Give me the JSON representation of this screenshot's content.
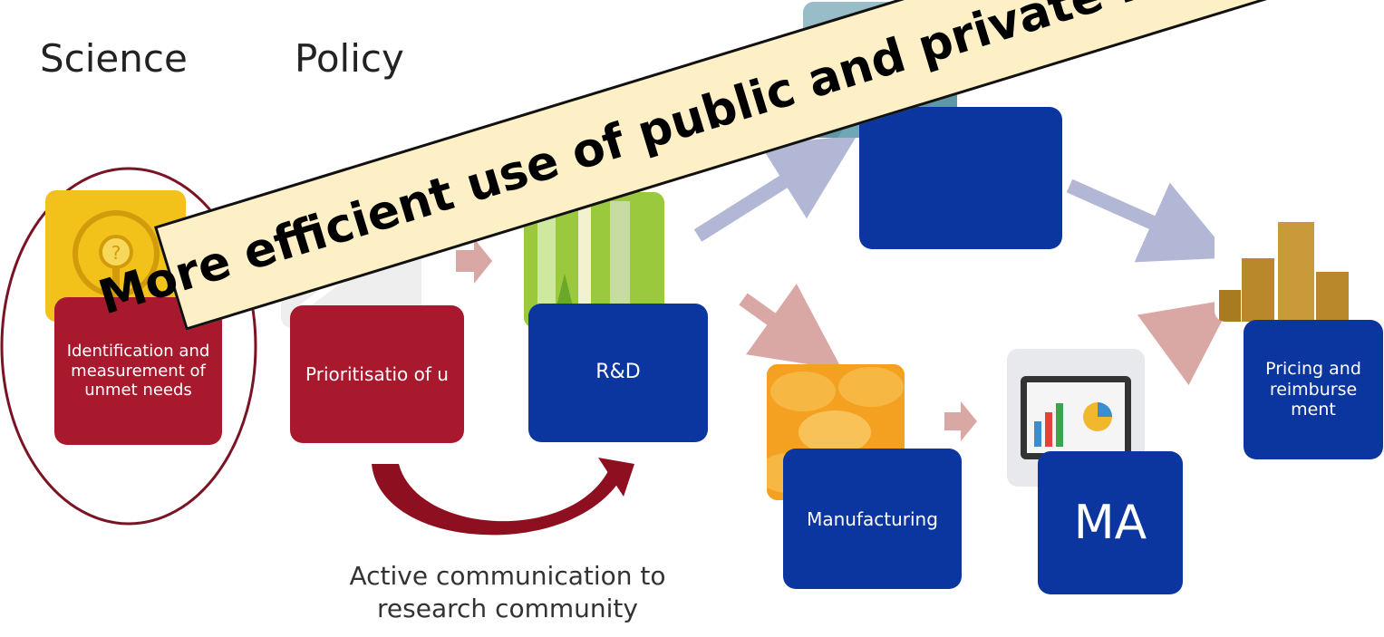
{
  "headers": {
    "science": "Science",
    "policy": "Policy"
  },
  "steps": {
    "identification": "Identification and measurement of unmet needs",
    "prioritisation": "Prioritisatio of u",
    "rnd": "R&D",
    "clinical": "",
    "manufacturing": "Manufacturing",
    "ma": "MA",
    "pricing": "Pricing and reimburse ment"
  },
  "banner": "More efficient use of public and private resources",
  "caption": {
    "line1": "Active communication to",
    "line2": "research community"
  },
  "colors": {
    "red_box": "#a8192e",
    "blue_box": "#0b36a0",
    "banner_bg": "#fdf0c6",
    "arrow_pink": "#d9a7a4",
    "arrow_lavender": "#b3b7d6",
    "ellipse": "#7a1424"
  }
}
